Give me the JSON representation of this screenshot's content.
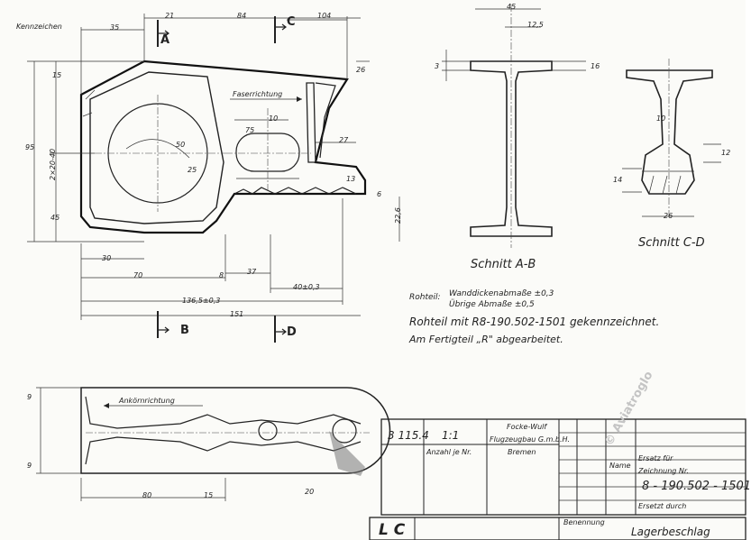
{
  "labels": {
    "kennzeichen": "Kennzeichen",
    "faserrichtung": "Faserrichtung",
    "ankoernrichtung": "Ankörnrichtung",
    "section_a": "A",
    "section_b": "B",
    "section_c": "C",
    "section_d": "D",
    "schnitt_ab": "Schnitt A-B",
    "schnitt_cd": "Schnitt C-D",
    "rohteil_label": "Rohteil:",
    "wanddicken": "Wanddickenabmaße ±0,3",
    "uebrige": "Übrige Abmaße    ±0,5",
    "rohteil_mit": "Rohteil mit R8-190.502-1501 gekennzeichnet.",
    "fertigteil": "Am Fertigteil „R\" abgearbeitet."
  },
  "dims": {
    "d21": "21",
    "d35": "35",
    "d84": "84",
    "d104": "104",
    "d15": "15",
    "d26": "26",
    "d95": "95",
    "d2x20": "2×20-40",
    "d45": "45",
    "d30": "30",
    "d37": "37",
    "d40": "40±0,3",
    "d70": "70",
    "d8": "8",
    "d136": "136,5±0,3",
    "d151": "151",
    "d22": "22,6",
    "d27": "27",
    "d75": "75",
    "d50": "50",
    "d25": "25",
    "d10": "10",
    "d6": "6",
    "d13": "13",
    "d80": "80",
    "d9": "9",
    "d12": "12,5",
    "d16": "16",
    "d3": "3",
    "d14": "14",
    "d20": "20",
    "d12b": "12"
  },
  "title_block": {
    "number": "3 115.4",
    "scale": "1:1",
    "company_1": "Focke-Wulf",
    "company_2": "Flugzeugbau G.m.b.H.",
    "city": "Bremen",
    "name_label": "Name",
    "ersatz_label": "Ersatz für",
    "ersetzt_label": "Ersetzt durch",
    "zeichnung_nr_label": "Zeichnung Nr.",
    "drawing_number": "8 - 190.502 - 1501",
    "part_name": "Lagerbeschlag",
    "benennung_label": "Benennung",
    "lc": "L C",
    "anzahl_label": "Anzahl je Nr.",
    "watermark": "© Aviatroglo"
  }
}
